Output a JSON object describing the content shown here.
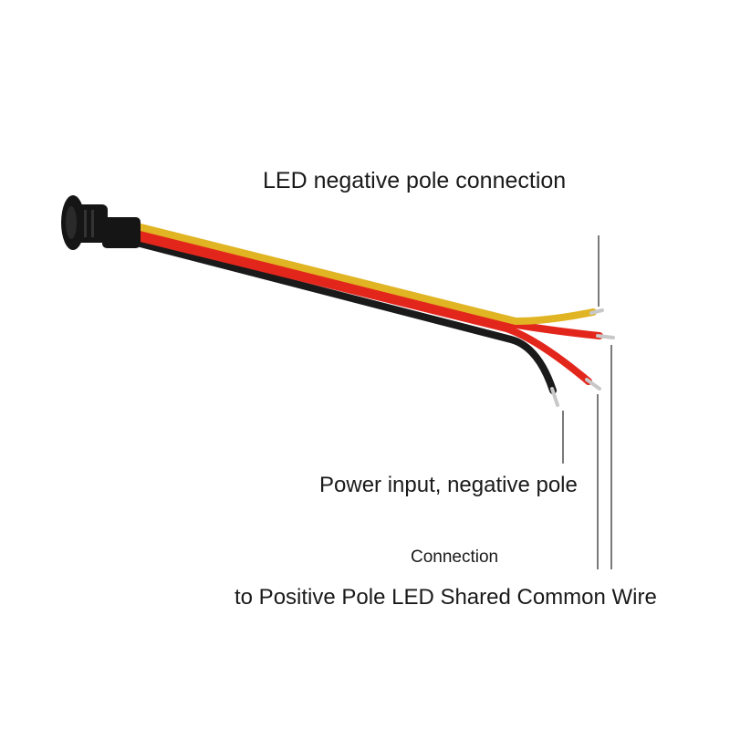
{
  "labels": {
    "led_negative": "LED negative pole connection",
    "power_negative": "Power input, negative pole",
    "connection": "Connection",
    "positive_common": "to Positive Pole LED Shared Common Wire"
  },
  "wires": {
    "yellow": "#e0b422",
    "red": "#e3261c",
    "black": "#1a1a1a",
    "tip": "#c8c8c8"
  },
  "colors": {
    "connector": "#151515",
    "leader": "#222222",
    "text": "#1a1a1a"
  },
  "icons": {
    "connector": "panel-mount-connector-icon"
  }
}
